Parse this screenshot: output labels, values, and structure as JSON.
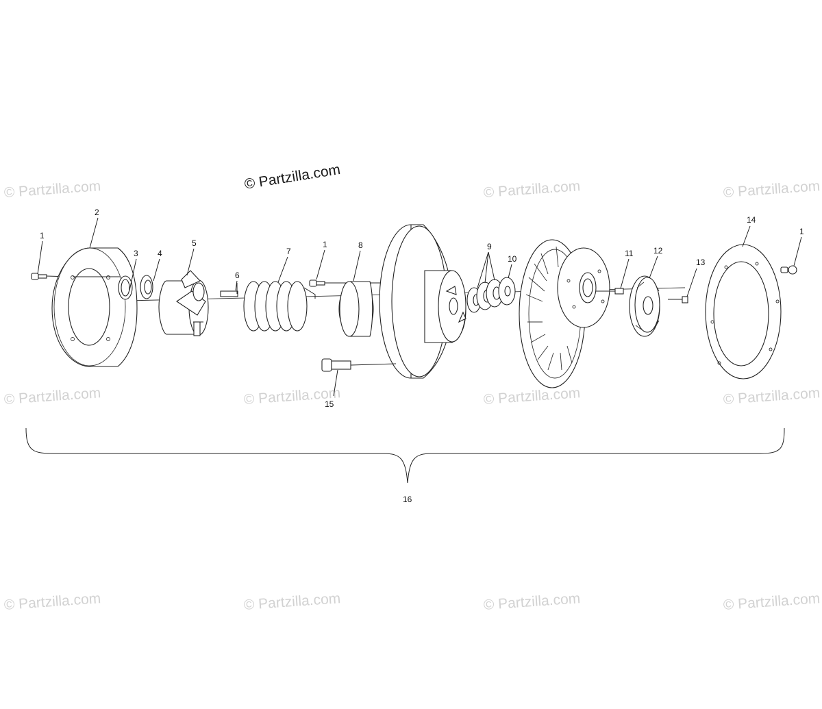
{
  "watermark": {
    "main": "© Partzilla.com",
    "repeat": "© Partzilla.com"
  },
  "callouts": {
    "c1a": "1",
    "c2": "2",
    "c3": "3",
    "c4": "4",
    "c5": "5",
    "c6": "6",
    "c7": "7",
    "c1b": "1",
    "c8": "8",
    "c9": "9",
    "c10": "10",
    "c11": "11",
    "c12": "12",
    "c13": "13",
    "c14": "14",
    "c1c": "1",
    "c15": "15",
    "c16": "16"
  }
}
